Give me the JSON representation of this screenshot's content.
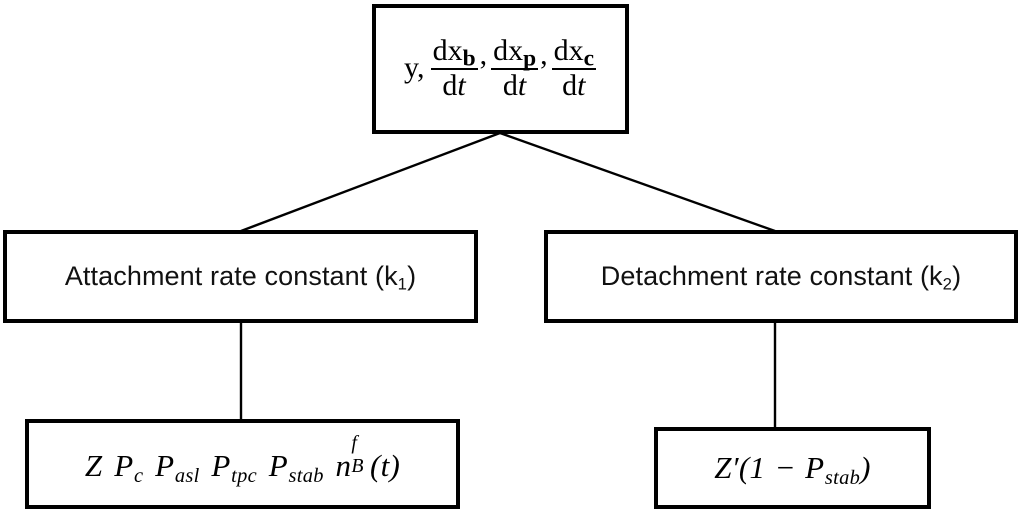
{
  "diagram": {
    "type": "hierarchical-flowchart",
    "background_color": "#ffffff",
    "line_color": "#000000",
    "box_border_color": "#000000",
    "nodes": {
      "state_variables": {
        "role": "root",
        "lead_term": "y,",
        "separator": ",",
        "fractions": [
          {
            "numerator": "dx",
            "numerator_subscript": "b",
            "denominator_d": "d",
            "denominator_var": "t"
          },
          {
            "numerator": "dx",
            "numerator_subscript": "p",
            "denominator_d": "d",
            "denominator_var": "t"
          },
          {
            "numerator": "dx",
            "numerator_subscript": "c",
            "denominator_d": "d",
            "denominator_var": "t"
          }
        ],
        "plain_text": "y, dxb/dt, dxp/dt, dxc/dt"
      },
      "attachment": {
        "role": "branch-left",
        "label_text": "Attachment rate constant (k",
        "label_subscript": "1",
        "label_tail": ")",
        "plain_text": "Attachment rate constant (k1)"
      },
      "detachment": {
        "role": "branch-right",
        "label_text": "Detachment rate constant (k",
        "label_subscript": "2",
        "label_tail": ")",
        "plain_text": "Detachment rate constant (k2)"
      },
      "attachment_expression": {
        "role": "leaf-left",
        "terms": [
          {
            "base": "Z",
            "sub": "",
            "sup": ""
          },
          {
            "base": "P",
            "sub": "c",
            "sup": ""
          },
          {
            "base": "P",
            "sub": "asl",
            "sup": ""
          },
          {
            "base": "P",
            "sub": "tpc",
            "sup": ""
          },
          {
            "base": "P",
            "sub": "stab",
            "sup": ""
          },
          {
            "base": "n",
            "sub": "B",
            "sup": "f"
          }
        ],
        "argument": "(t)",
        "plain_text": "Z Pc Pasl Ptpc Pstab nBf(t)"
      },
      "detachment_expression": {
        "role": "leaf-right",
        "prefix": "Z",
        "prime": "′",
        "open_paren": "(",
        "one": "1",
        "minus": "−",
        "p_base": "P",
        "p_sub": "stab",
        "close_paren": ")",
        "plain_text": "Z′(1 − Pstab)"
      }
    },
    "edges": [
      {
        "from": "state_variables",
        "to": "attachment",
        "style": "diagonal-line"
      },
      {
        "from": "state_variables",
        "to": "detachment",
        "style": "diagonal-line"
      },
      {
        "from": "attachment",
        "to": "attachment_expression",
        "style": "vertical-line"
      },
      {
        "from": "detachment",
        "to": "detachment_expression",
        "style": "vertical-line"
      }
    ]
  }
}
